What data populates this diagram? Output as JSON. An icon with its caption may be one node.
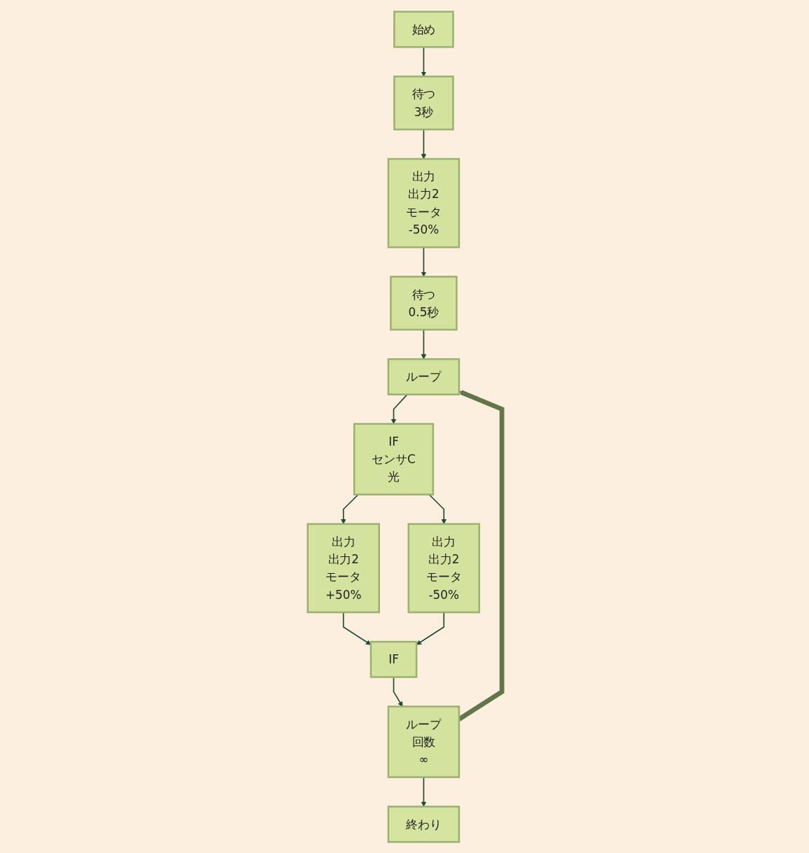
{
  "diagram": {
    "nodes": [
      {
        "text": [
          "始め"
        ]
      },
      {
        "text": [
          "待つ",
          "3秒"
        ]
      },
      {
        "text": [
          "出力",
          "出力2",
          "モータ",
          "-50%"
        ]
      },
      {
        "text": [
          "待つ",
          "0.5秒"
        ]
      },
      {
        "text": [
          "ループ"
        ]
      },
      {
        "text": [
          "IF",
          "センサC",
          "光"
        ]
      },
      {
        "text": [
          "出力",
          "出力2",
          "モータ",
          "+50%"
        ]
      },
      {
        "text": [
          "出力",
          "出力2",
          "モータ",
          "-50%"
        ]
      },
      {
        "text": [
          "IF"
        ]
      },
      {
        "text": [
          "ループ",
          "回数",
          "∞"
        ]
      },
      {
        "text": [
          "終わり"
        ]
      }
    ],
    "edges": [
      {
        "from": 0,
        "to": 1,
        "arrow": "to"
      },
      {
        "from": 1,
        "to": 2,
        "arrow": "to"
      },
      {
        "from": 2,
        "to": 3,
        "arrow": "to"
      },
      {
        "from": 3,
        "to": 4,
        "arrow": "to"
      },
      {
        "from": 4,
        "to": 5,
        "arrow": "to"
      },
      {
        "from": 5,
        "to": 6,
        "arrow": "to"
      },
      {
        "from": 5,
        "to": 7,
        "arrow": "to"
      },
      {
        "from": 6,
        "to": 8,
        "arrow": "to"
      },
      {
        "from": 7,
        "to": 8,
        "arrow": "to"
      },
      {
        "from": 8,
        "to": 9,
        "arrow": "to"
      },
      {
        "from": 9,
        "to": 10,
        "arrow": "to"
      },
      {
        "from": 9,
        "to": 4,
        "arrow": "to",
        "style": "thick",
        "color": "#62764a"
      }
    ]
  }
}
